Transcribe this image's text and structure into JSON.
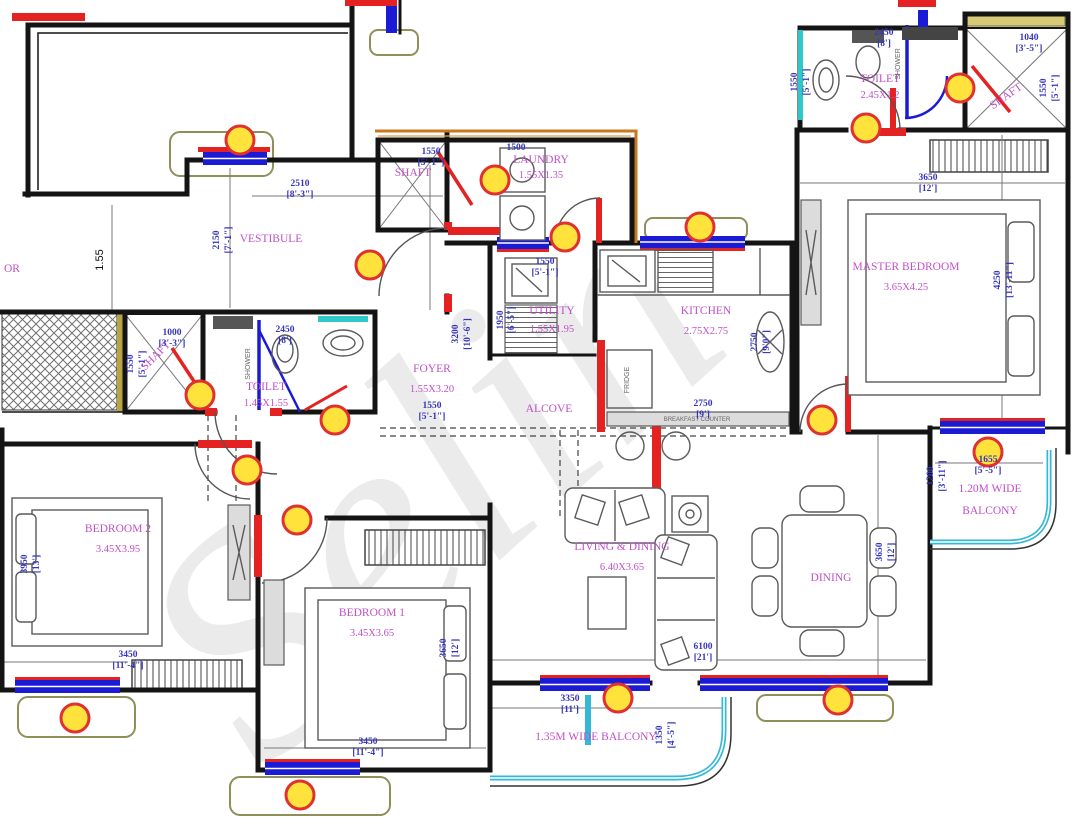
{
  "watermark": "Selin",
  "rooms": {
    "vestibule": "VESTIBULE",
    "laundry": "LAUNDRY",
    "laundry_size": "1.55X1.35",
    "shaft": "SHAFT",
    "toilet": "TOILET",
    "toilet_tr_size": "2.45X1.2",
    "toilet_l_size": "1.45X1.55",
    "master": "MASTER BEDROOM",
    "master_size": "3.65X4.25",
    "kitchen": "KITCHEN",
    "kitchen_size": "2.75X2.75",
    "utility": "UTILITY",
    "utility_size": "1.55X1.95",
    "foyer": "FOYER",
    "foyer_size": "1.55X3.20",
    "alcove": "ALCOVE",
    "bedroom2": "BEDROOM 2",
    "bedroom2_size": "3.45X3.95",
    "bedroom1": "BEDROOM 1",
    "bedroom1_size": "3.45X3.65",
    "living": "LIVING & DINING",
    "living_size": "6.40X3.65",
    "dining": "DINING",
    "balcony_r1": "1.20M WIDE",
    "balcony_r2": "BALCONY",
    "balcony_b": "1.35M WIDE BALCONY",
    "corridor": "OR"
  },
  "annotations": {
    "shower": "SHOWER",
    "fridge": "FRIDGE",
    "counter": "BREAKFAST COUNTER"
  },
  "dims": {
    "d2510": {
      "mm": "2510",
      "ft": "[8'-3\"]"
    },
    "d2150": {
      "mm": "2150",
      "ft": "[7'-1\"]"
    },
    "d155": {
      "mm": "1.55"
    },
    "d1550": {
      "mm": "1550",
      "ft": "[5'-1\"]"
    },
    "d1500": {
      "mm": "1500"
    },
    "d2450": {
      "mm": "2450",
      "ft": "[8']"
    },
    "d1040": {
      "mm": "1040",
      "ft": "[3'-5\"]"
    },
    "d3650": {
      "mm": "3650",
      "ft": "[12']"
    },
    "d4250": {
      "mm": "4250",
      "ft": "[13'-11\"]"
    },
    "d1950": {
      "mm": "1950",
      "ft": "[6'-5\"]"
    },
    "d2750a": {
      "mm": "2750",
      "ft": "[9'0\"]"
    },
    "d2750b": {
      "mm": "2750",
      "ft": "[9']"
    },
    "d3200": {
      "mm": "3200",
      "ft": "[10'-6\"]"
    },
    "d1000": {
      "mm": "1000",
      "ft": "[3'-3\"]"
    },
    "d3350": {
      "mm": "3350",
      "ft": "[11']"
    },
    "d1350": {
      "mm": "1350",
      "ft": "[4'-5\"]"
    },
    "d6100": {
      "mm": "6100",
      "ft": "[21']"
    },
    "d1655": {
      "mm": "1655",
      "ft": "[5'-5\"]"
    },
    "d1200": {
      "mm": "1200",
      "ft": "[3'-11\"]"
    },
    "d3950": {
      "mm": "3950",
      "ft": "[13']"
    },
    "d3450": {
      "mm": "3450",
      "ft": "[11'-4\"]"
    }
  },
  "colors": {
    "wall": "#141414",
    "red_accent": "#e42222",
    "window_blue": "#1b1bd6",
    "dim_text": "#3535bd",
    "room_label": "#c050c8",
    "light_fill": "#ffe23c",
    "light_ring": "#e03030",
    "railing_cyan": "#35b8d8",
    "canopy_olive": "#8f8f5a",
    "finish_orange": "#c8781e"
  }
}
